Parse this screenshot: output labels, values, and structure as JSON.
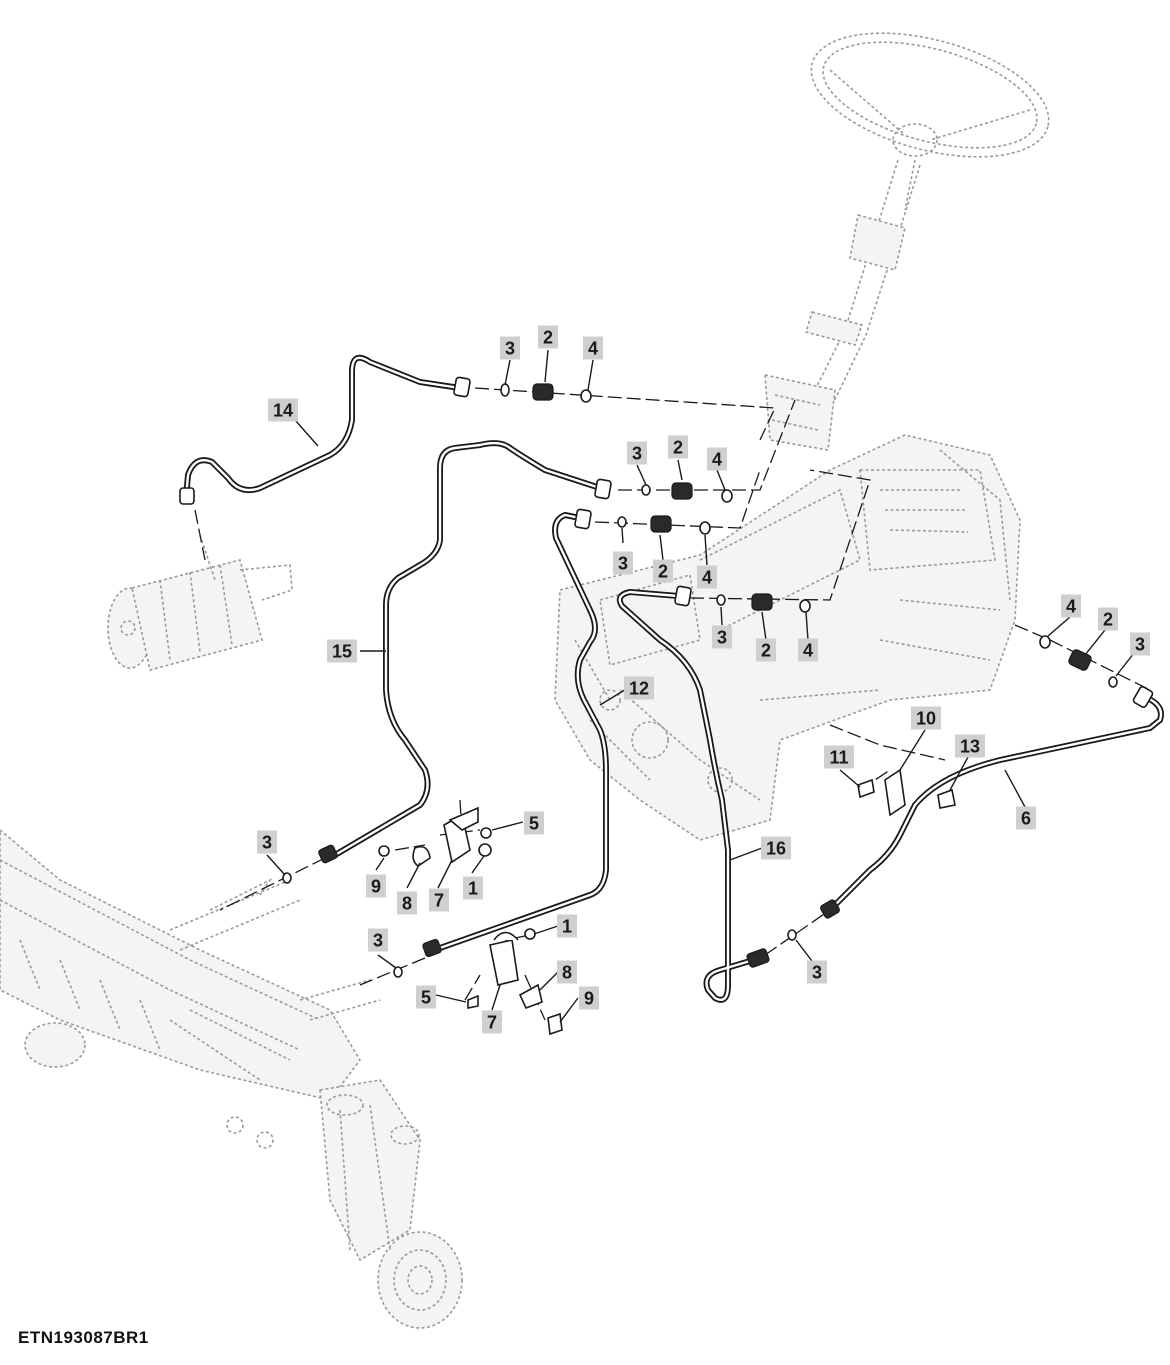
{
  "figure": {
    "code": "ETN193087BR1"
  },
  "callouts": [
    {
      "id": "c3a",
      "label": "3"
    },
    {
      "id": "c2a",
      "label": "2"
    },
    {
      "id": "c4a",
      "label": "4"
    },
    {
      "id": "c14",
      "label": "14"
    },
    {
      "id": "c3b",
      "label": "3"
    },
    {
      "id": "c2b",
      "label": "2"
    },
    {
      "id": "c4b",
      "label": "4"
    },
    {
      "id": "c3c",
      "label": "3"
    },
    {
      "id": "c2c",
      "label": "2"
    },
    {
      "id": "c4c",
      "label": "4"
    },
    {
      "id": "c15",
      "label": "15"
    },
    {
      "id": "c3d",
      "label": "3"
    },
    {
      "id": "c2d",
      "label": "2"
    },
    {
      "id": "c4d",
      "label": "4"
    },
    {
      "id": "c4e",
      "label": "4"
    },
    {
      "id": "c2e",
      "label": "2"
    },
    {
      "id": "c3e",
      "label": "3"
    },
    {
      "id": "c12",
      "label": "12"
    },
    {
      "id": "c10",
      "label": "10"
    },
    {
      "id": "c11",
      "label": "11"
    },
    {
      "id": "c13",
      "label": "13"
    },
    {
      "id": "c6",
      "label": "6"
    },
    {
      "id": "c3f",
      "label": "3"
    },
    {
      "id": "c5a",
      "label": "5"
    },
    {
      "id": "c9a",
      "label": "9"
    },
    {
      "id": "c8a",
      "label": "8"
    },
    {
      "id": "c7a",
      "label": "7"
    },
    {
      "id": "c1a",
      "label": "1"
    },
    {
      "id": "c16",
      "label": "16"
    },
    {
      "id": "c1b",
      "label": "1"
    },
    {
      "id": "c3g",
      "label": "3"
    },
    {
      "id": "c5b",
      "label": "5"
    },
    {
      "id": "c7b",
      "label": "7"
    },
    {
      "id": "c8b",
      "label": "8"
    },
    {
      "id": "c9b",
      "label": "9"
    },
    {
      "id": "c3h",
      "label": "3"
    }
  ]
}
